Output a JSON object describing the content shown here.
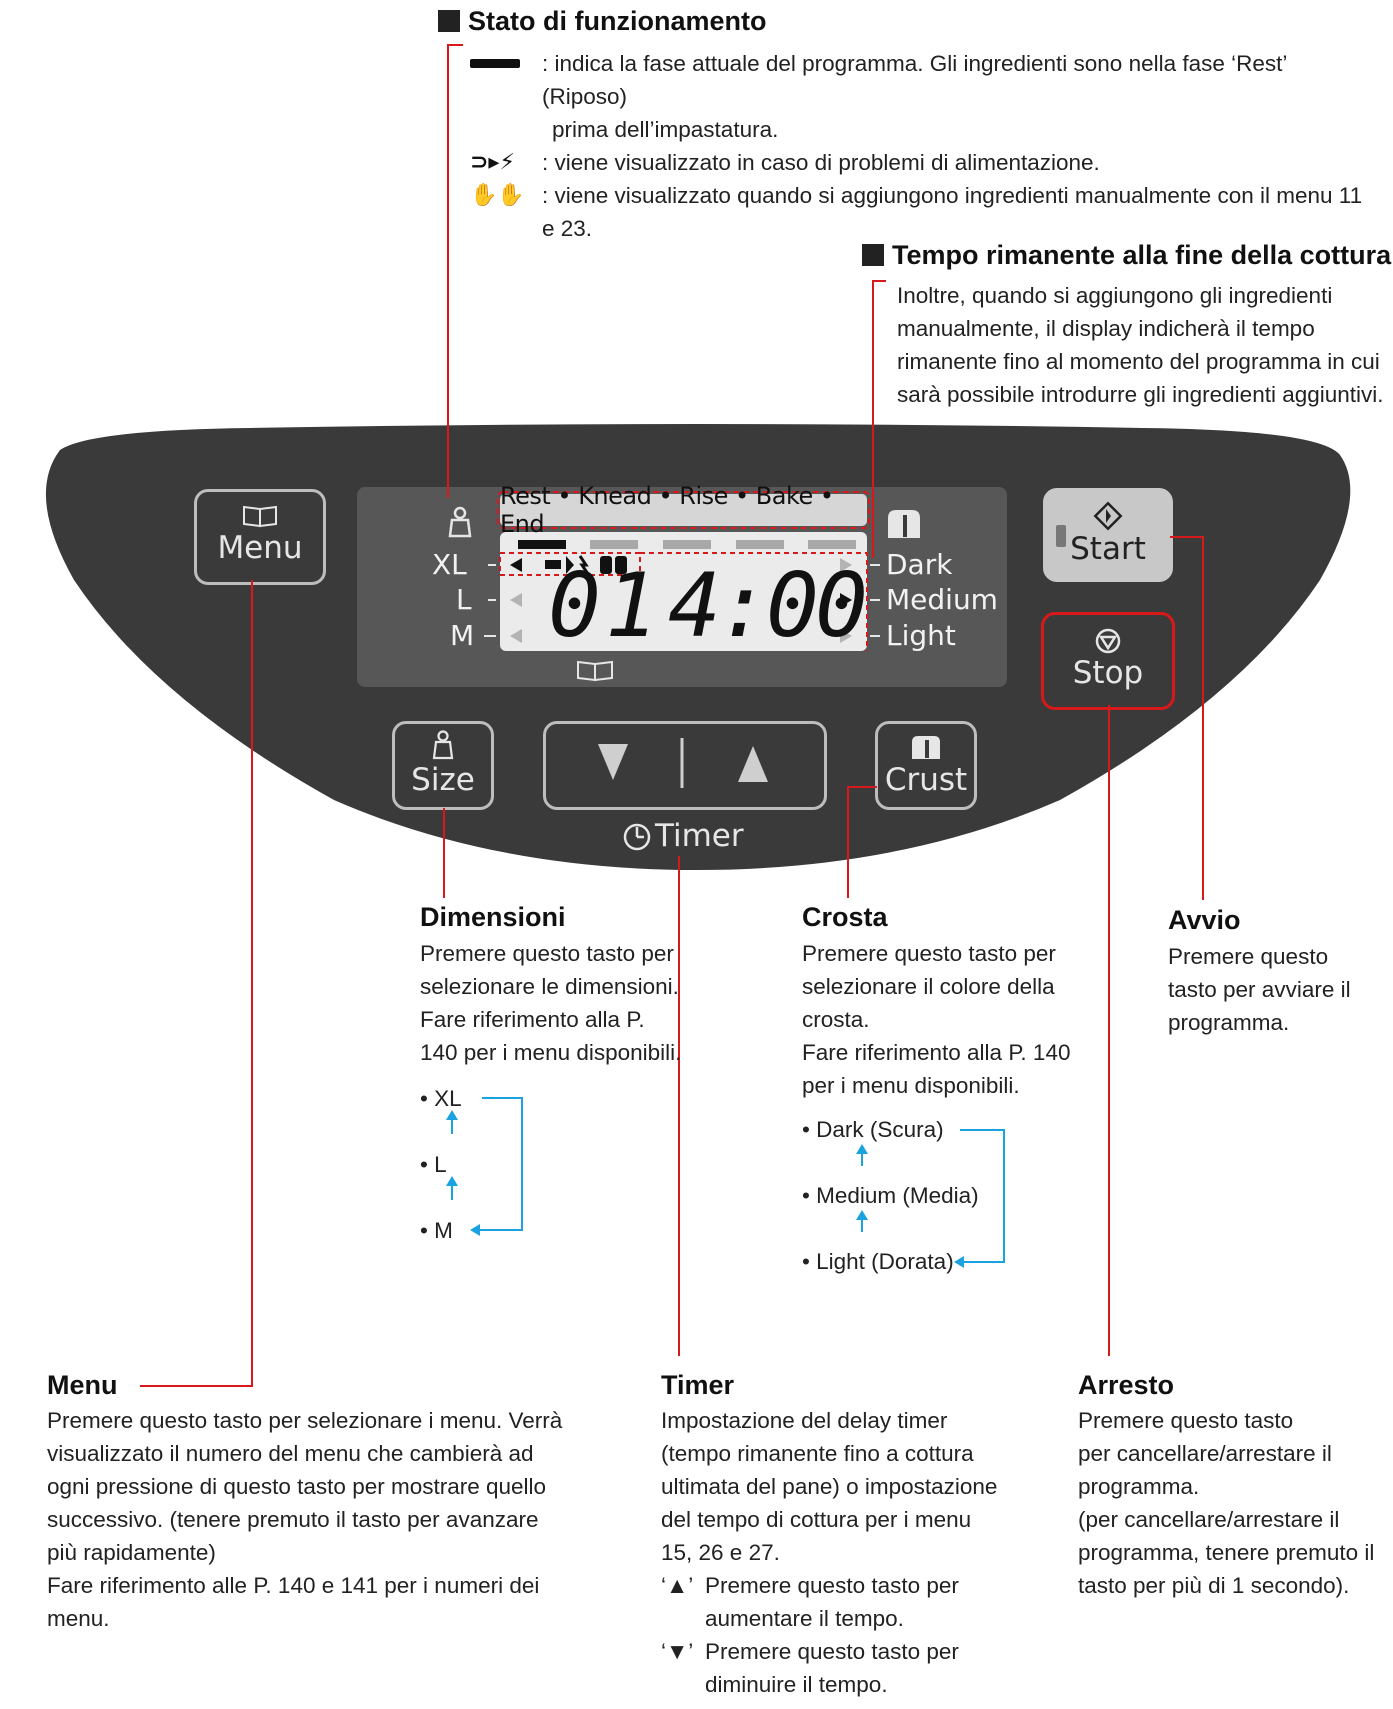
{
  "status": {
    "title": "Stato di funzionamento",
    "items": [
      {
        "icon": "progress-bar-icon",
        "lines": [
          ": indica la fase attuale del programma. Gli ingredienti sono nella fase ‘Rest’ (Riposo)",
          "prima dell’impastatura."
        ]
      },
      {
        "icon": "power-failure-icon",
        "lines": [
          ": viene visualizzato in caso di problemi di alimentazione."
        ]
      },
      {
        "icon": "hands-icon",
        "lines": [
          ": viene visualizzato quando si aggiungono ingredienti manualmente con il menu 11 e 23."
        ]
      }
    ]
  },
  "remaining": {
    "title": "Tempo rimanente alla fine della cottura",
    "lines": [
      "Inoltre, quando si aggiungono gli ingredienti",
      "manualmente, il display indicherà il tempo",
      "rimanente fino al momento del programma in cui",
      "sarà possibile introdurre gli ingredienti aggiuntivi."
    ]
  },
  "panel": {
    "menu_btn": "Menu",
    "start_btn": "Start",
    "stop_btn": "Stop",
    "size_btn": "Size",
    "crust_btn": "Crust",
    "timer_label": "Timer",
    "stages": "Rest • Knead • Rise • Bake • End",
    "sizes": [
      "XL",
      "L",
      "M"
    ],
    "crusts": [
      "Dark",
      "Medium",
      "Light"
    ],
    "digits_menu": "01",
    "digits_time": "4:00"
  },
  "size": {
    "title": "Dimensioni",
    "lines": [
      "Premere questo tasto per",
      "selezionare le dimensioni.",
      "Fare riferimento alla P.",
      "140 per i menu disponibili."
    ],
    "cycle": [
      "• XL",
      "• L",
      "• M"
    ]
  },
  "crust": {
    "title": "Crosta",
    "lines": [
      "Premere questo tasto per",
      "selezionare il colore della",
      "crosta.",
      "Fare riferimento alla P. 140",
      "per i menu disponibili."
    ],
    "cycle": [
      "• Dark (Scura)",
      "• Medium (Media)",
      "• Light (Dorata)"
    ]
  },
  "start": {
    "title": "Avvio",
    "lines": [
      "Premere questo",
      "tasto per avviare il",
      "programma."
    ]
  },
  "menu": {
    "title": "Menu",
    "lines": [
      "Premere questo tasto per selezionare i menu. Verrà",
      "visualizzato il numero del menu che cambierà ad",
      "ogni pressione di questo tasto per mostrare quello",
      "successivo. (tenere premuto il tasto per avanzare",
      "più rapidamente)",
      "Fare riferimento alle P. 140 e 141 per i numeri dei",
      "menu."
    ]
  },
  "timer": {
    "title": "Timer",
    "lines": [
      "Impostazione del delay timer",
      "(tempo rimanente fino a cottura",
      "ultimata del pane) o impostazione",
      "del tempo di cottura per i menu",
      "15, 26 e 27."
    ],
    "up_key": "‘▲’",
    "up_lines": [
      "Premere questo tasto per",
      "aumentare il tempo."
    ],
    "down_key": "‘▼’",
    "down_lines": [
      "Premere questo tasto per",
      "diminuire il tempo."
    ]
  },
  "stop": {
    "title": "Arresto",
    "lines": [
      "Premere questo tasto",
      "per cancellare/arrestare il",
      "programma.",
      "(per cancellare/arrestare il",
      "programma, tenere premuto il",
      "tasto per più di 1 secondo)."
    ]
  },
  "colors": {
    "panel": "#3a3a3a",
    "lcd": "#ebebeb",
    "accent_red": "#d7191c",
    "cyan": "#1aa3e0"
  }
}
